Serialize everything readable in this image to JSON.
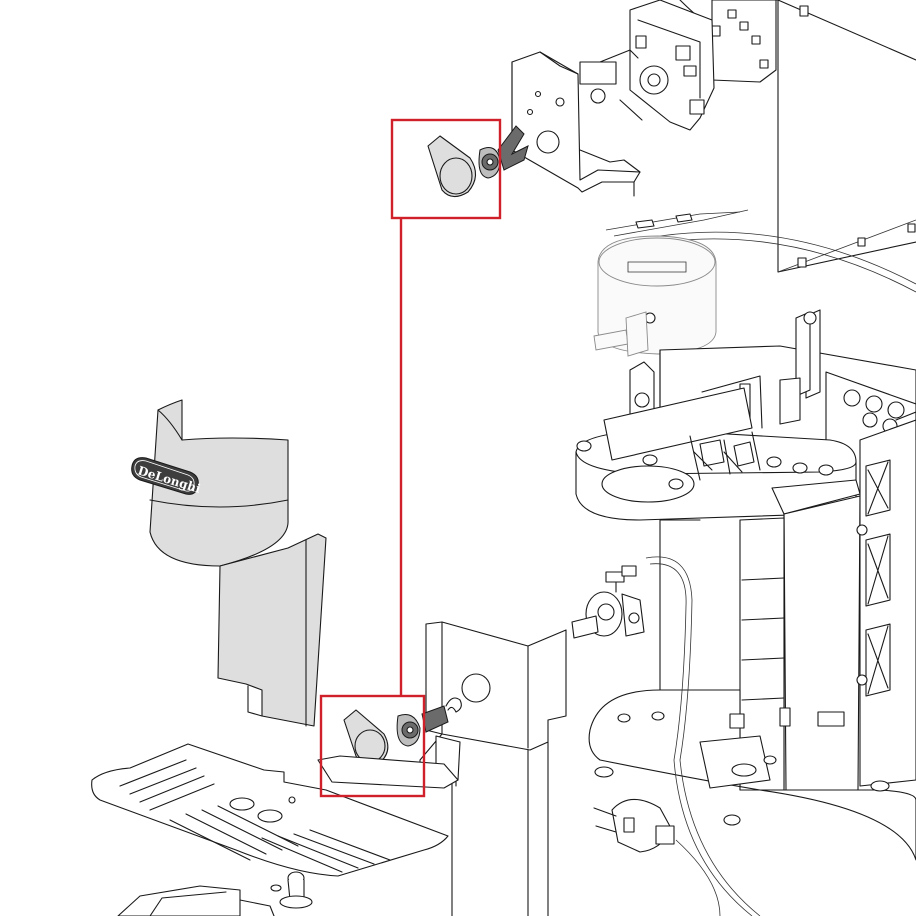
{
  "diagram": {
    "brand_label": "DeLonghi",
    "highlight_color": "#d0202a",
    "parts": [
      {
        "name": "knob-upper",
        "icon": "lever-knob-icon"
      },
      {
        "name": "knob-lower",
        "icon": "lever-knob-icon"
      }
    ]
  }
}
